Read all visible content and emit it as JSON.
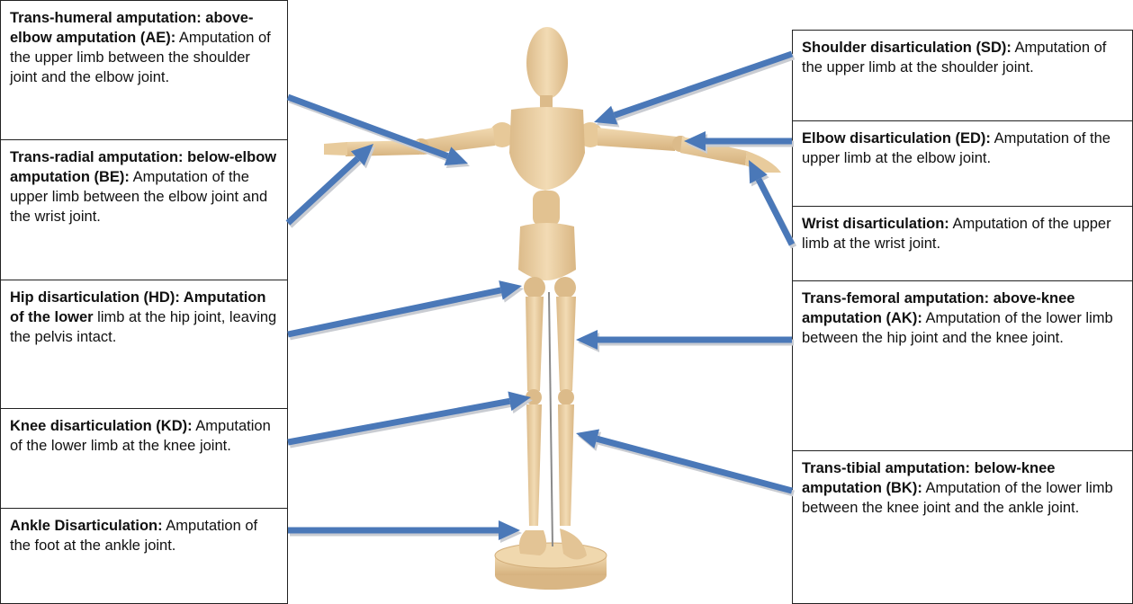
{
  "labels": {
    "trans_humeral": {
      "title": "Trans-humeral amputation: above-elbow amputation (AE):",
      "desc": " Amputation of the upper limb between the shoulder joint and the elbow joint."
    },
    "trans_radial": {
      "title": "Trans-radial amputation: below-elbow amputation (BE):",
      "desc": " Amputation of the upper limb between the elbow joint and the wrist joint."
    },
    "hip": {
      "title": "Hip disarticulation (HD): Amputation of the lower",
      "desc": " limb at the hip joint, leaving the pelvis intact."
    },
    "knee": {
      "title": "Knee disarticulation (KD):",
      "desc": " Amputation of the lower limb at the knee joint."
    },
    "ankle": {
      "title": "Ankle Disarticulation:",
      "desc": " Amputation of the foot at the ankle joint."
    },
    "shoulder": {
      "title": "Shoulder disarticulation (SD):",
      "desc": " Amputation of the upper limb at the shoulder joint."
    },
    "elbow": {
      "title": "Elbow disarticulation (ED):",
      "desc": " Amputation of the upper limb at the elbow joint."
    },
    "wrist": {
      "title": "Wrist disarticulation:",
      "desc": " Amputation of the upper limb at the wrist joint."
    },
    "trans_femoral": {
      "title": "Trans-femoral amputation: above-knee amputation (AK):",
      "desc": " Amputation of the lower limb between the hip joint and the knee joint."
    },
    "trans_tibial": {
      "title": "Trans-tibial amputation: below-knee amputation (BK):",
      "desc": " Amputation of the lower limb between the knee joint and the ankle joint."
    }
  },
  "colors": {
    "arrow": "#4a78b8",
    "arrow_shadow": "#c9ccd2",
    "wood": "#ecd2a8",
    "wood_dark": "#d7b584",
    "box_border": "#222222"
  }
}
